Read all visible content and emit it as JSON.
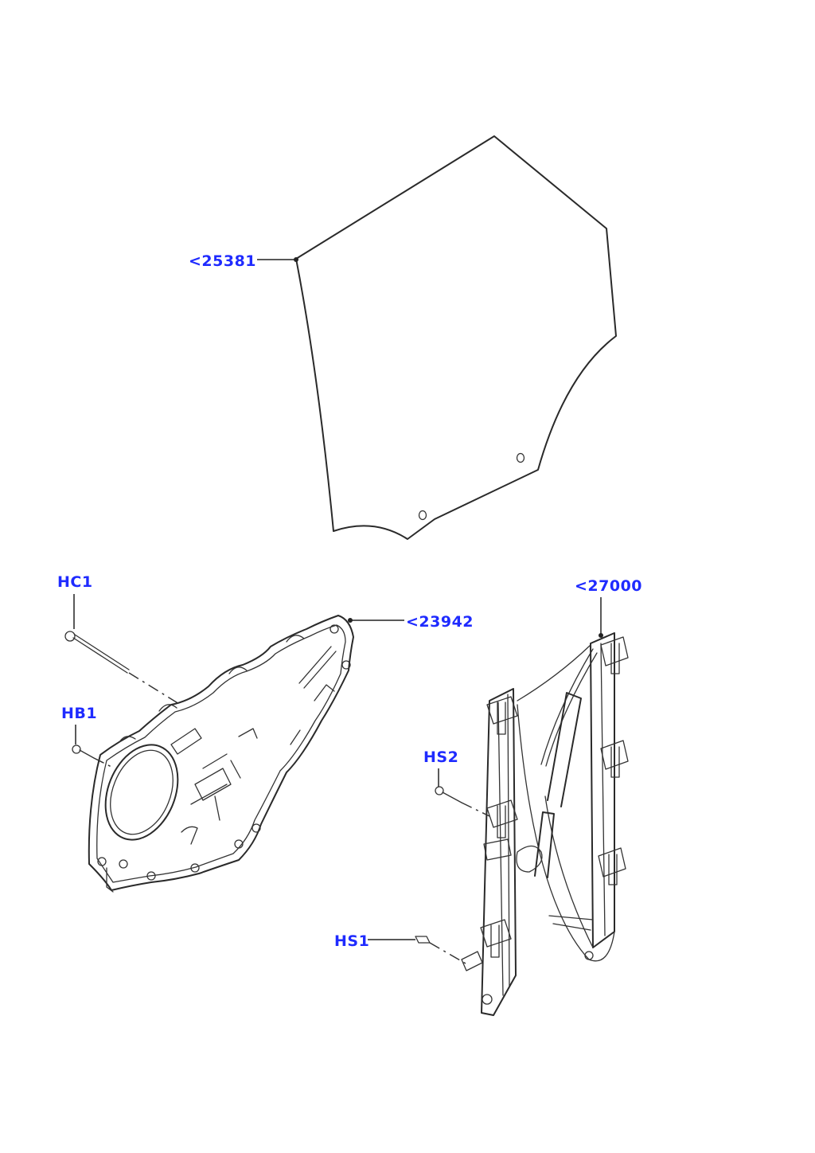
{
  "diagram": {
    "label_color": "#1f2bff",
    "line_color": "#2a2a2a",
    "callouts": [
      {
        "key": "glass",
        "text": "<25381"
      },
      {
        "key": "panel",
        "text": "<23942"
      },
      {
        "key": "regulator",
        "text": "<27000"
      },
      {
        "key": "hc1",
        "text": "HC1"
      },
      {
        "key": "hb1",
        "text": "HB1"
      },
      {
        "key": "hs2",
        "text": "HS2"
      },
      {
        "key": "hs1",
        "text": "HS1"
      }
    ]
  }
}
